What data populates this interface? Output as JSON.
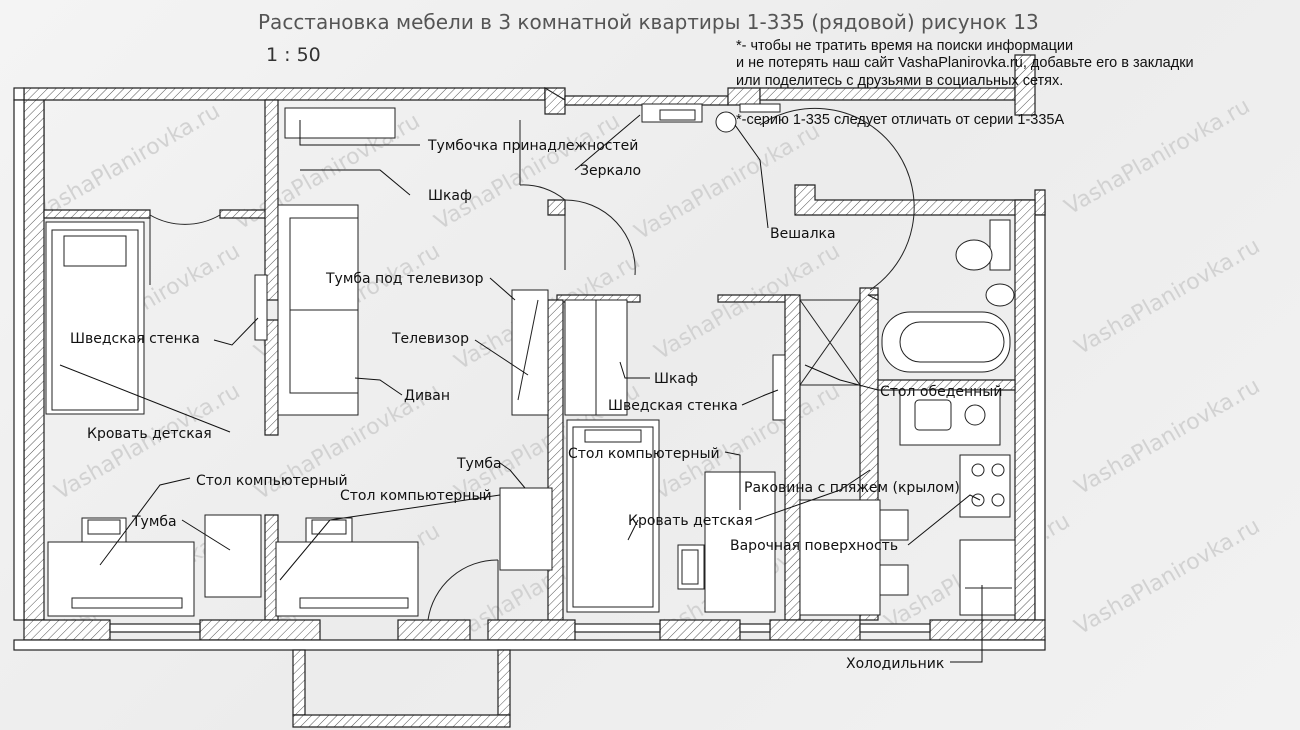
{
  "header": {
    "title": "Расстановка мебели в 3 комнатной квартиры 1-335 (рядовой) рисунок 13",
    "scale": "1 : 50"
  },
  "notes": {
    "line1": "*- чтобы не тратить время на поиски информации",
    "line2": " и не потерять наш сайт VashaPlanirovka.ru, добавьте его в закладки",
    "line3": "или поделитесь с друзьями в социальных сетях.",
    "series_note": "*-серию 1-335 следует отличать от серии 1-335А"
  },
  "watermark": "VashaPlanirovka.ru",
  "labels": {
    "tumbochka": "Тумбочка принадлежностей",
    "zerkalo": "Зеркало",
    "shkaf1": "Шкаф",
    "veshalka": "Вешалка",
    "tumba_tv": "Тумба под телевизор",
    "televizor": "Телевизор",
    "shved1": "Шведская стенка",
    "divan": "Диван",
    "krovat1": "Кровать детская",
    "shkaf2": "Шкаф",
    "shved2": "Шведская стенка",
    "stol_obed": "Стол обеденный",
    "tumba1": "Тумба",
    "stol_komp1": "Стол компьютерный",
    "stol_komp2": "Стол компьютерный",
    "stol_komp3": "Стол компьютерный",
    "tumba2": "Тумба",
    "rakovina": "Раковина с пляжем (крылом)",
    "krovat2": "Кровать детская",
    "varochnaya": "Варочная поверхность",
    "holodilnik": "Холодильник"
  }
}
